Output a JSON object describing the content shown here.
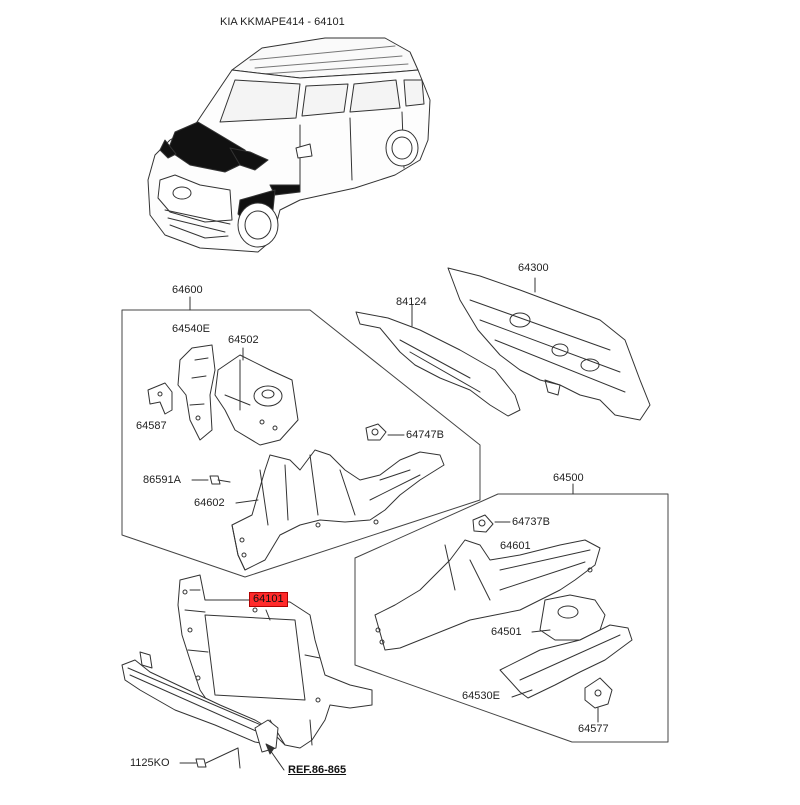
{
  "title": "KIA KKMAPE414 - 64101",
  "highlighted_part": "64101",
  "callouts": {
    "p64600": "64600",
    "p64540e": "64540E",
    "p64502": "64502",
    "p64587": "64587",
    "p64747b": "64747B",
    "p86591a": "86591A",
    "p64602": "64602",
    "p84124": "84124",
    "p64300": "64300",
    "p64500": "64500",
    "p64737b": "64737B",
    "p64601": "64601",
    "p64501": "64501",
    "p64530e": "64530E",
    "p64577": "64577",
    "p64101": "64101",
    "p1125ko": "1125KO",
    "ref": "REF.86-865"
  }
}
